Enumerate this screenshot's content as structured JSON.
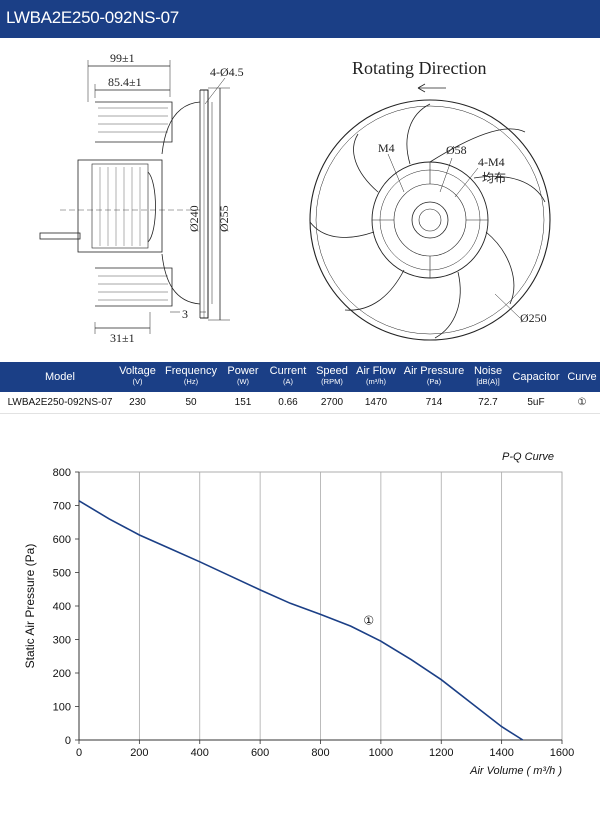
{
  "header": {
    "title": "LWBA2E250-092NS-07"
  },
  "drawing": {
    "dims": {
      "d99": "99±1",
      "d85": "85.4±1",
      "holes": "4-Ø4.5",
      "d31": "31±1",
      "d3": "3",
      "d240": "Ø240",
      "d255": "Ø255"
    },
    "front": {
      "rotating": "Rotating Direction",
      "m4": "M4",
      "d58": "Ø58",
      "m4x4": "4-M4",
      "junbu": "均布",
      "d250": "Ø250"
    }
  },
  "table": {
    "headers": [
      {
        "label": "Model",
        "unit": ""
      },
      {
        "label": "Voltage",
        "unit": "(V)"
      },
      {
        "label": "Frequency",
        "unit": "(Hz)"
      },
      {
        "label": "Power",
        "unit": "(W)"
      },
      {
        "label": "Current",
        "unit": "(A)"
      },
      {
        "label": "Speed",
        "unit": "(RPM)"
      },
      {
        "label": "Air Flow",
        "unit": "(m³/h)"
      },
      {
        "label": "Air Pressure",
        "unit": "(Pa)"
      },
      {
        "label": "Noise",
        "unit": "[dB(A)]"
      },
      {
        "label": "Capacitor",
        "unit": ""
      },
      {
        "label": "Curve",
        "unit": ""
      }
    ],
    "row": [
      "LWBA2E250-092NS-07",
      "230",
      "50",
      "151",
      "0.66",
      "2700",
      "1470",
      "714",
      "72.7",
      "5uF",
      "①"
    ]
  },
  "chart_data": {
    "type": "line",
    "title": "P-Q Curve",
    "xlabel": "Air Volume ( m³/h )",
    "ylabel": "Static Air Pressure  (Pa)",
    "xlim": [
      0,
      1600
    ],
    "ylim": [
      0,
      800
    ],
    "xticks": [
      0,
      200,
      400,
      600,
      800,
      1000,
      1200,
      1400,
      1600
    ],
    "yticks": [
      0,
      100,
      200,
      300,
      400,
      500,
      600,
      700,
      800
    ],
    "grid": "vertical",
    "series": [
      {
        "name": "①",
        "color": "#1b3f86",
        "x": [
          0,
          100,
          200,
          300,
          400,
          500,
          600,
          700,
          800,
          900,
          1000,
          1100,
          1200,
          1300,
          1400,
          1470
        ],
        "y": [
          714,
          660,
          612,
          572,
          532,
          490,
          448,
          408,
          375,
          340,
          295,
          240,
          180,
          110,
          40,
          0
        ]
      }
    ],
    "annotations": [
      {
        "text": "①",
        "x": 960,
        "y": 345
      }
    ]
  }
}
